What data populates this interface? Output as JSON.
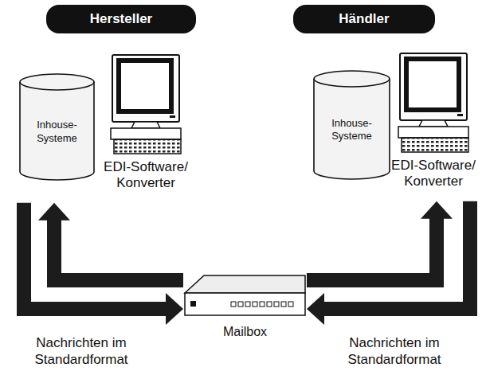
{
  "diagram": {
    "nodes": [
      {
        "text": [
          "Hersteller"
        ]
      },
      {
        "text": [
          "Händler"
        ]
      },
      {
        "text": [
          "Inhouse- Systeme"
        ]
      },
      {
        "text": [
          "EDI-Software/ Konverter"
        ]
      },
      {
        "text": [
          "Inhouse- Systeme"
        ]
      },
      {
        "text": [
          "EDI-Software/ Konverter"
        ]
      },
      {
        "text": [
          "Mailbox"
        ]
      }
    ],
    "edges": [
      {
        "from": 6,
        "to": 3,
        "arrow": "to"
      },
      {
        "from": 3,
        "to": 6,
        "arrow": "to"
      },
      {
        "from": 6,
        "to": 5,
        "arrow": "to"
      },
      {
        "from": 5,
        "to": 6,
        "arrow": "to"
      }
    ],
    "labels": [
      "Nachrichten im Standardformat",
      "Nachrichten im Standardformat"
    ]
  }
}
